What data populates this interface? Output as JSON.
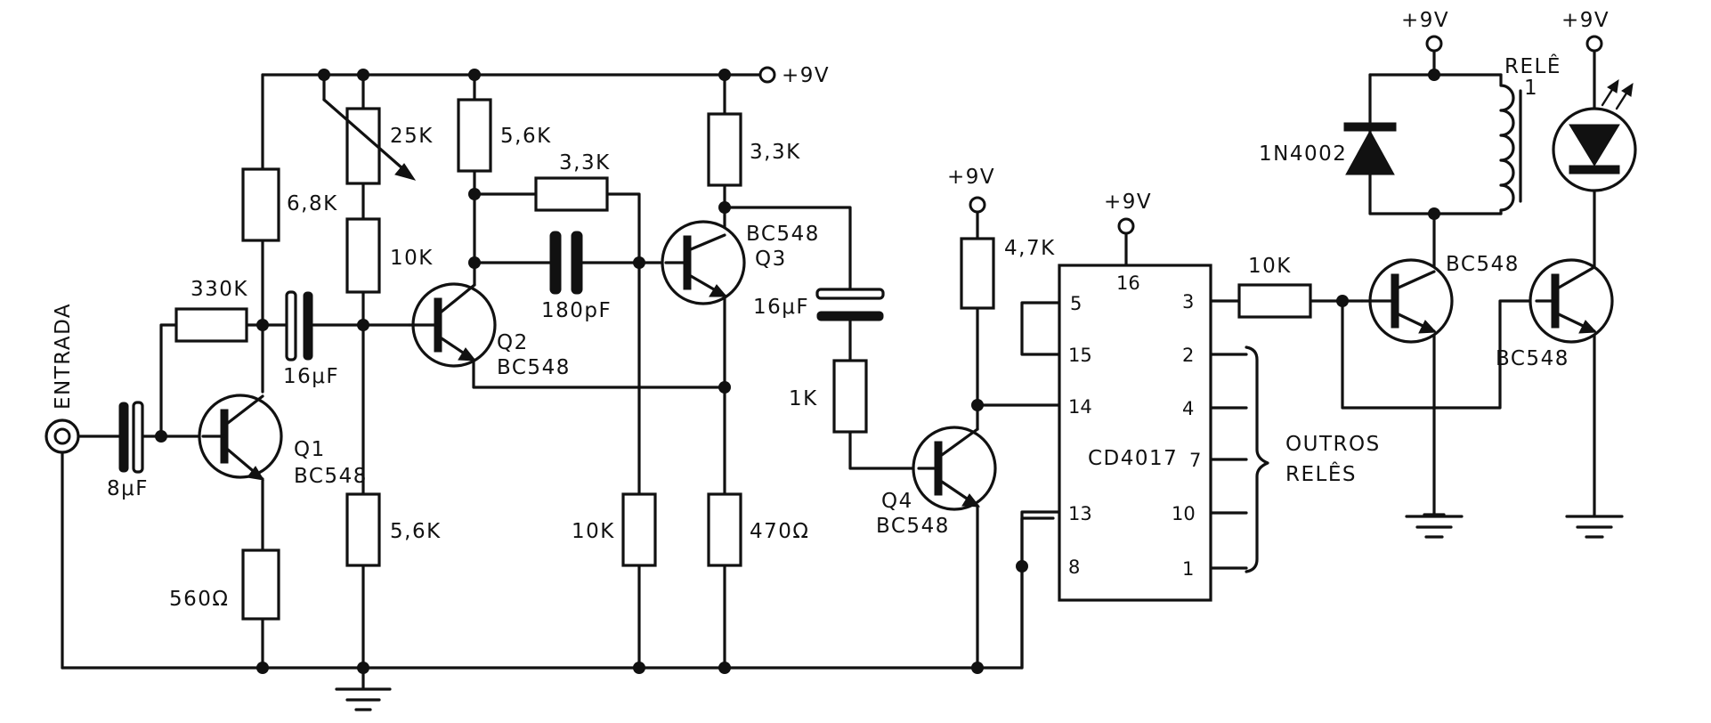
{
  "labels": {
    "entrada": "ENTRADA",
    "c_8uf": "8μF",
    "q1": "Q1",
    "q1_type": "BC548",
    "r_330k": "330K",
    "r_68k": "6,8K",
    "r_560": "560Ω",
    "c_16uf_a": "16μF",
    "r_25k": "25K",
    "r_10k_a": "10K",
    "r_56k_a": "5,6K",
    "r_56k_b": "5,6K",
    "q2": "Q2",
    "q2_type": "BC548",
    "r_33k_a": "3,3K",
    "c_180pf": "180pF",
    "r_10k_b": "10K",
    "r_33k_b": "3,3K",
    "q3_type": "BC548",
    "q3": "Q3",
    "r_470": "470Ω",
    "vcc_main": "+9V",
    "c_16uf_b": "16μF",
    "r_1k": "1K",
    "vcc_q4": "+9V",
    "r_47k": "4,7K",
    "q4": "Q4",
    "q4_type": "BC548",
    "vcc_ic": "+9V",
    "ic": "CD4017",
    "r_10k_c": "10K",
    "q5_type": "BC548",
    "vcc_relay": "+9V",
    "diode": "1N4002",
    "rele_1": "RELÊ",
    "rele_2": "1",
    "vcc_led": "+9V",
    "q6_type": "BC548",
    "outros_1": "OUTROS",
    "outros_2": "RELÊS"
  },
  "ic_pins": {
    "p5": "5",
    "p15": "15",
    "p14": "14",
    "p13": "13",
    "p8": "8",
    "p16": "16",
    "p3": "3",
    "p2": "2",
    "p4": "4",
    "p7": "7",
    "p10": "10",
    "p1": "1"
  }
}
